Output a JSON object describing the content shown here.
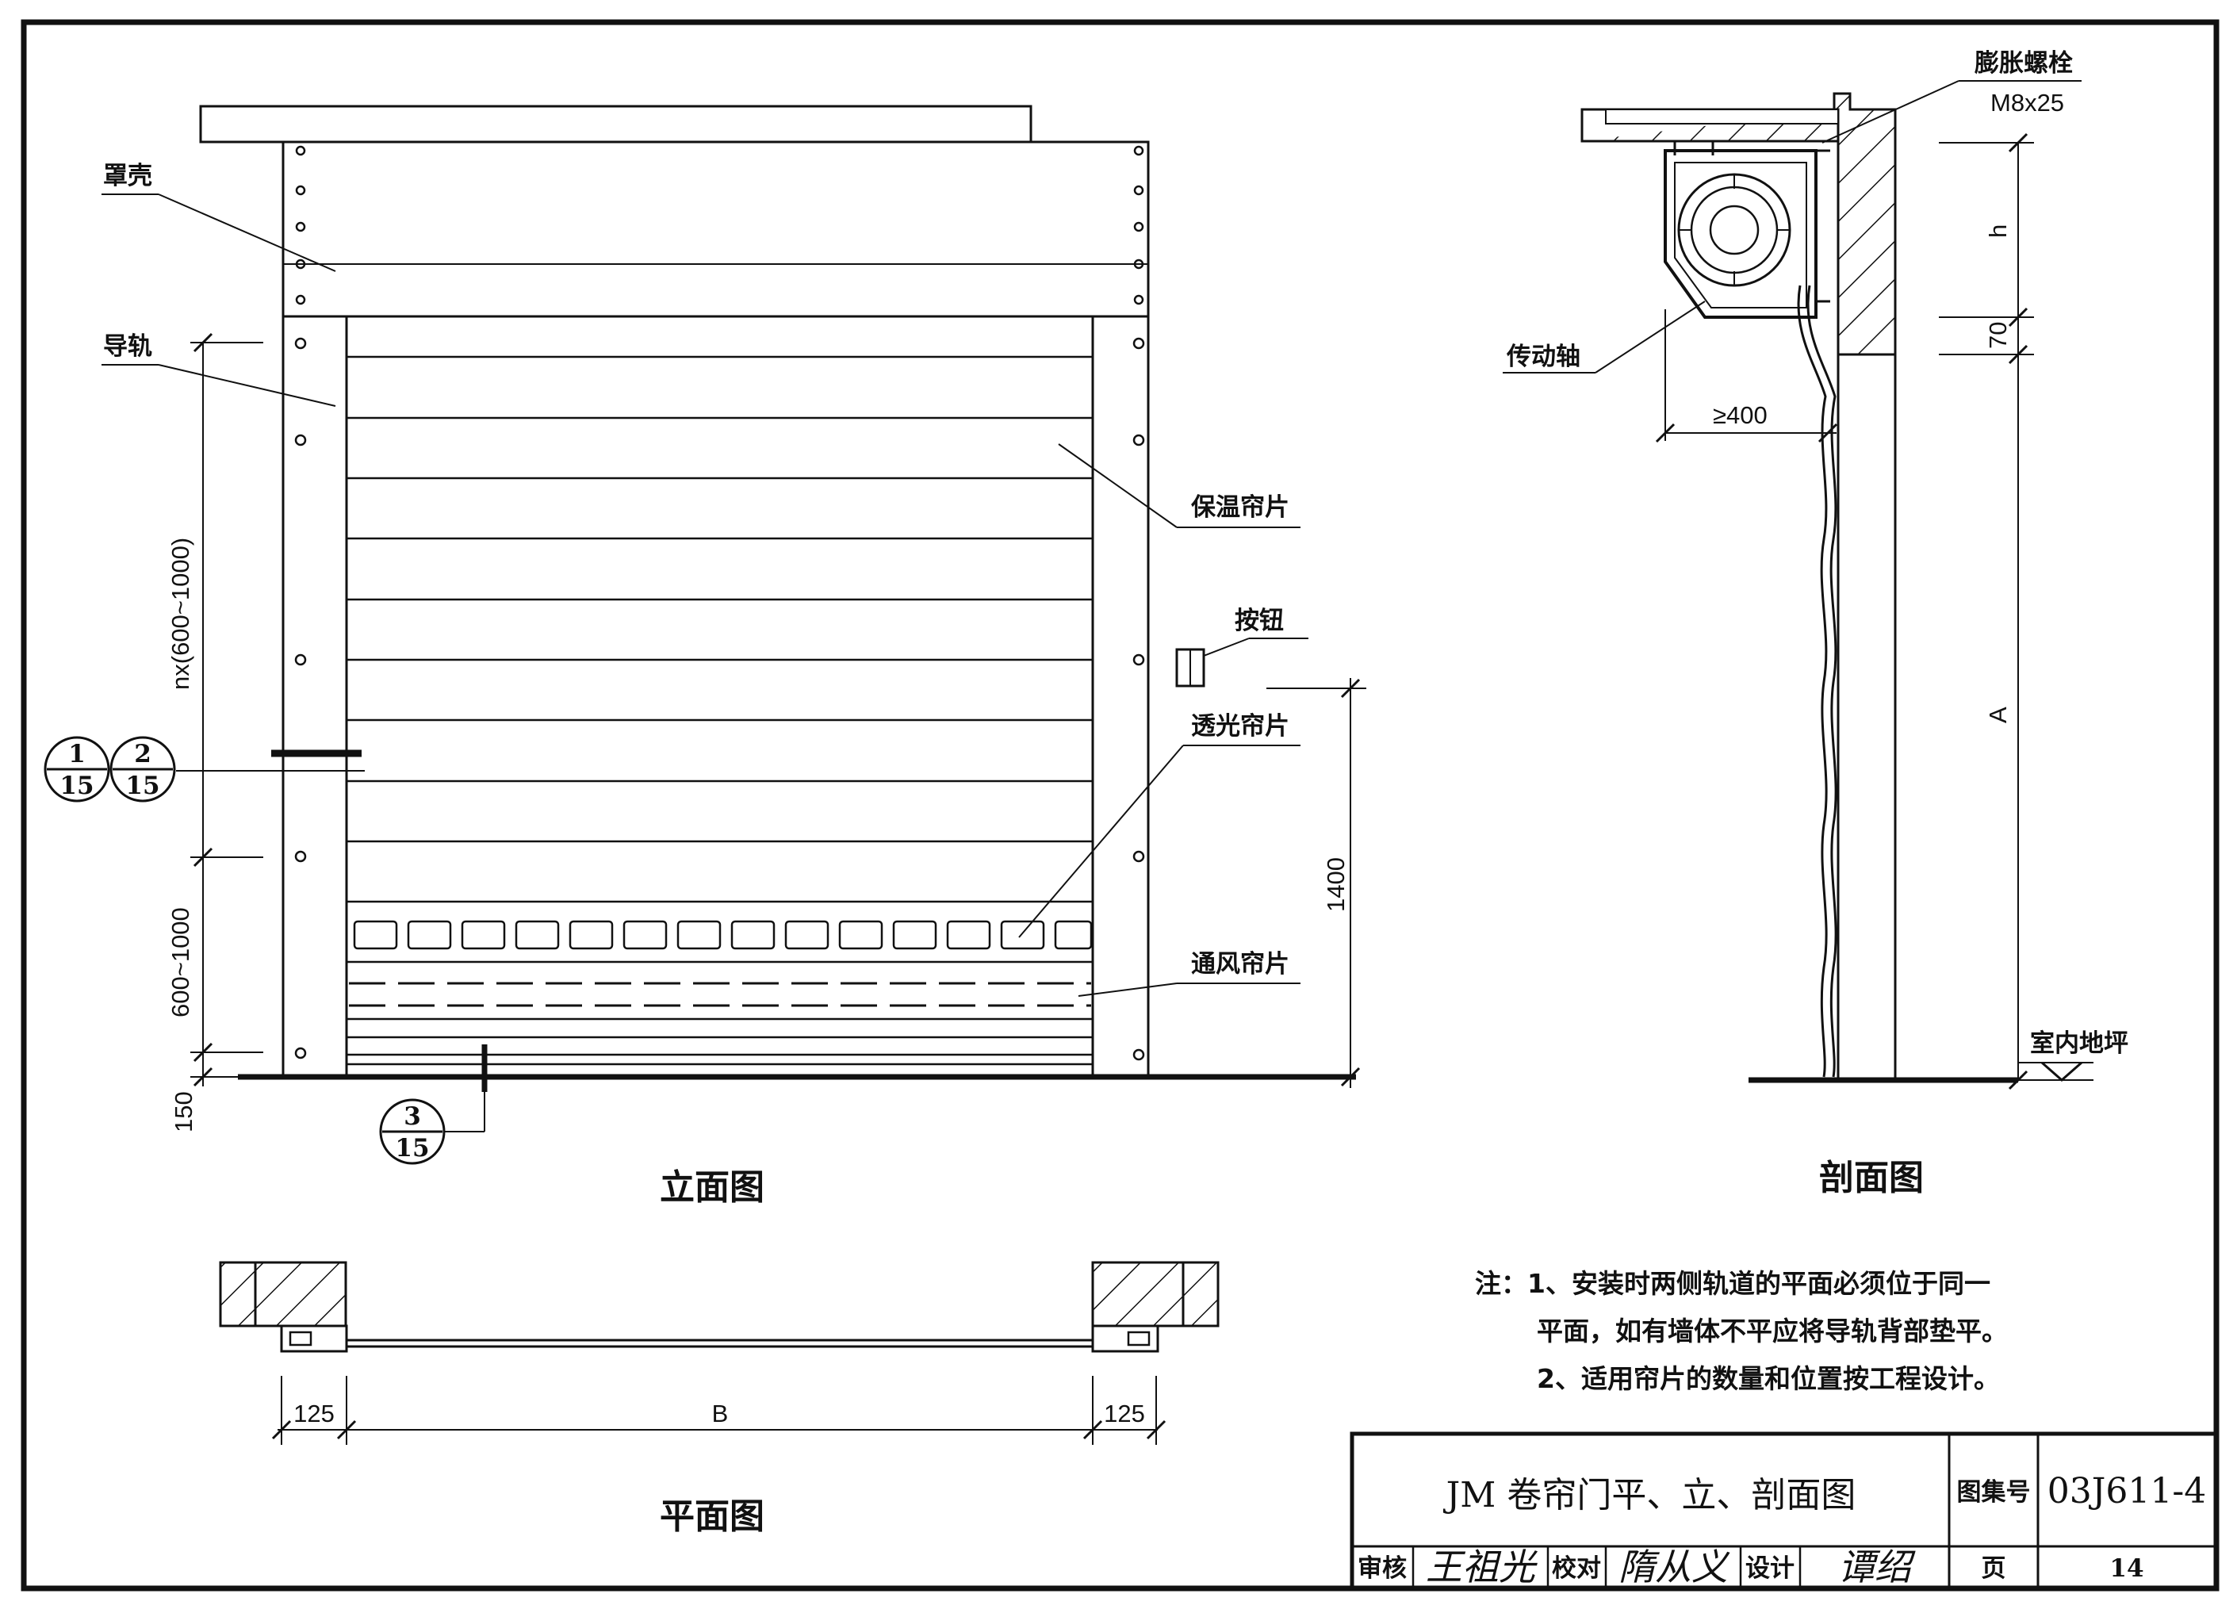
{
  "elevation": {
    "title": "立面图",
    "labels": {
      "cover": "罩壳",
      "guide_rail": "导轨",
      "insulated_slat": "保温帘片",
      "button": "按钮",
      "transparent_slat": "透光帘片",
      "vent_slat": "通风帘片"
    },
    "dims": {
      "upper_height": "nx(600~1000)",
      "lower_height": "600~1000",
      "bottom": "150",
      "button_height": "1400"
    },
    "detail_refs": [
      {
        "num": "1",
        "sheet": "15"
      },
      {
        "num": "2",
        "sheet": "15"
      },
      {
        "num": "3",
        "sheet": "15"
      }
    ]
  },
  "section": {
    "title": "剖面图",
    "labels": {
      "bolt": "膨胀螺栓",
      "bolt_size": "M8x25",
      "drive_shaft": "传动轴",
      "floor": "室内地坪"
    },
    "dims": {
      "h": "h",
      "d70": "70",
      "a": "A",
      "min_depth": "≥400"
    }
  },
  "plan": {
    "title": "平面图",
    "dims": {
      "left": "125",
      "width": "B",
      "right": "125"
    }
  },
  "notes": [
    "注：1、安装时两侧轨道的平面必须位于同一",
    "平面，如有墙体不平应将导轨背部垫平。",
    "2、适用帘片的数量和位置按工程设计。"
  ],
  "title_block": {
    "drawing_title": "JM 卷帘门平、立、剖面图",
    "atlas_label": "图集号",
    "atlas_no": "03J611-4",
    "review_label": "审核",
    "review_sign": "王祖光",
    "check_label": "校对",
    "check_sign": "隋从义",
    "design_label": "设计",
    "design_sign": "谭绍",
    "page_label": "页",
    "page_no": "14"
  }
}
